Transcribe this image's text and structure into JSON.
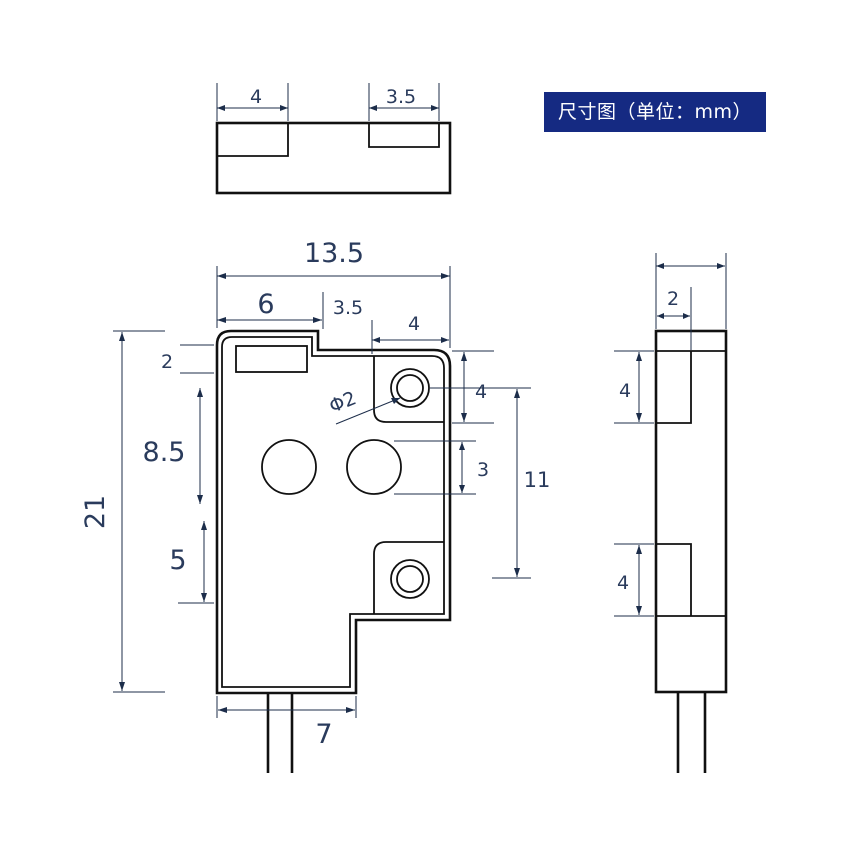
{
  "title_badge": "尺寸图（单位：mm）",
  "top_view": {
    "dim_left_pocket": "4",
    "dim_right_pocket": "3.5"
  },
  "front_view": {
    "dim_width": "13.5",
    "dim_top_step": "6",
    "dim_notch": "3.5",
    "dim_ear_width": "4",
    "dim_top_margin": "2",
    "dim_upper_span": "8.5",
    "dim_lower_span": "5",
    "dim_height": "21",
    "dim_hole_diameter": "Φ2",
    "dim_ear_height": "4",
    "dim_led_gap": "3",
    "dim_hole_pitch": "11",
    "dim_bottom_width": "7"
  },
  "side_view": {
    "dim_thickness": "2",
    "dim_upper_slot": "4",
    "dim_lower_slot": "4"
  },
  "colors": {
    "badge_bg": "#152a82",
    "badge_text": "#ffffff",
    "outline": "#111111",
    "dimension": "#1c2d4a"
  }
}
